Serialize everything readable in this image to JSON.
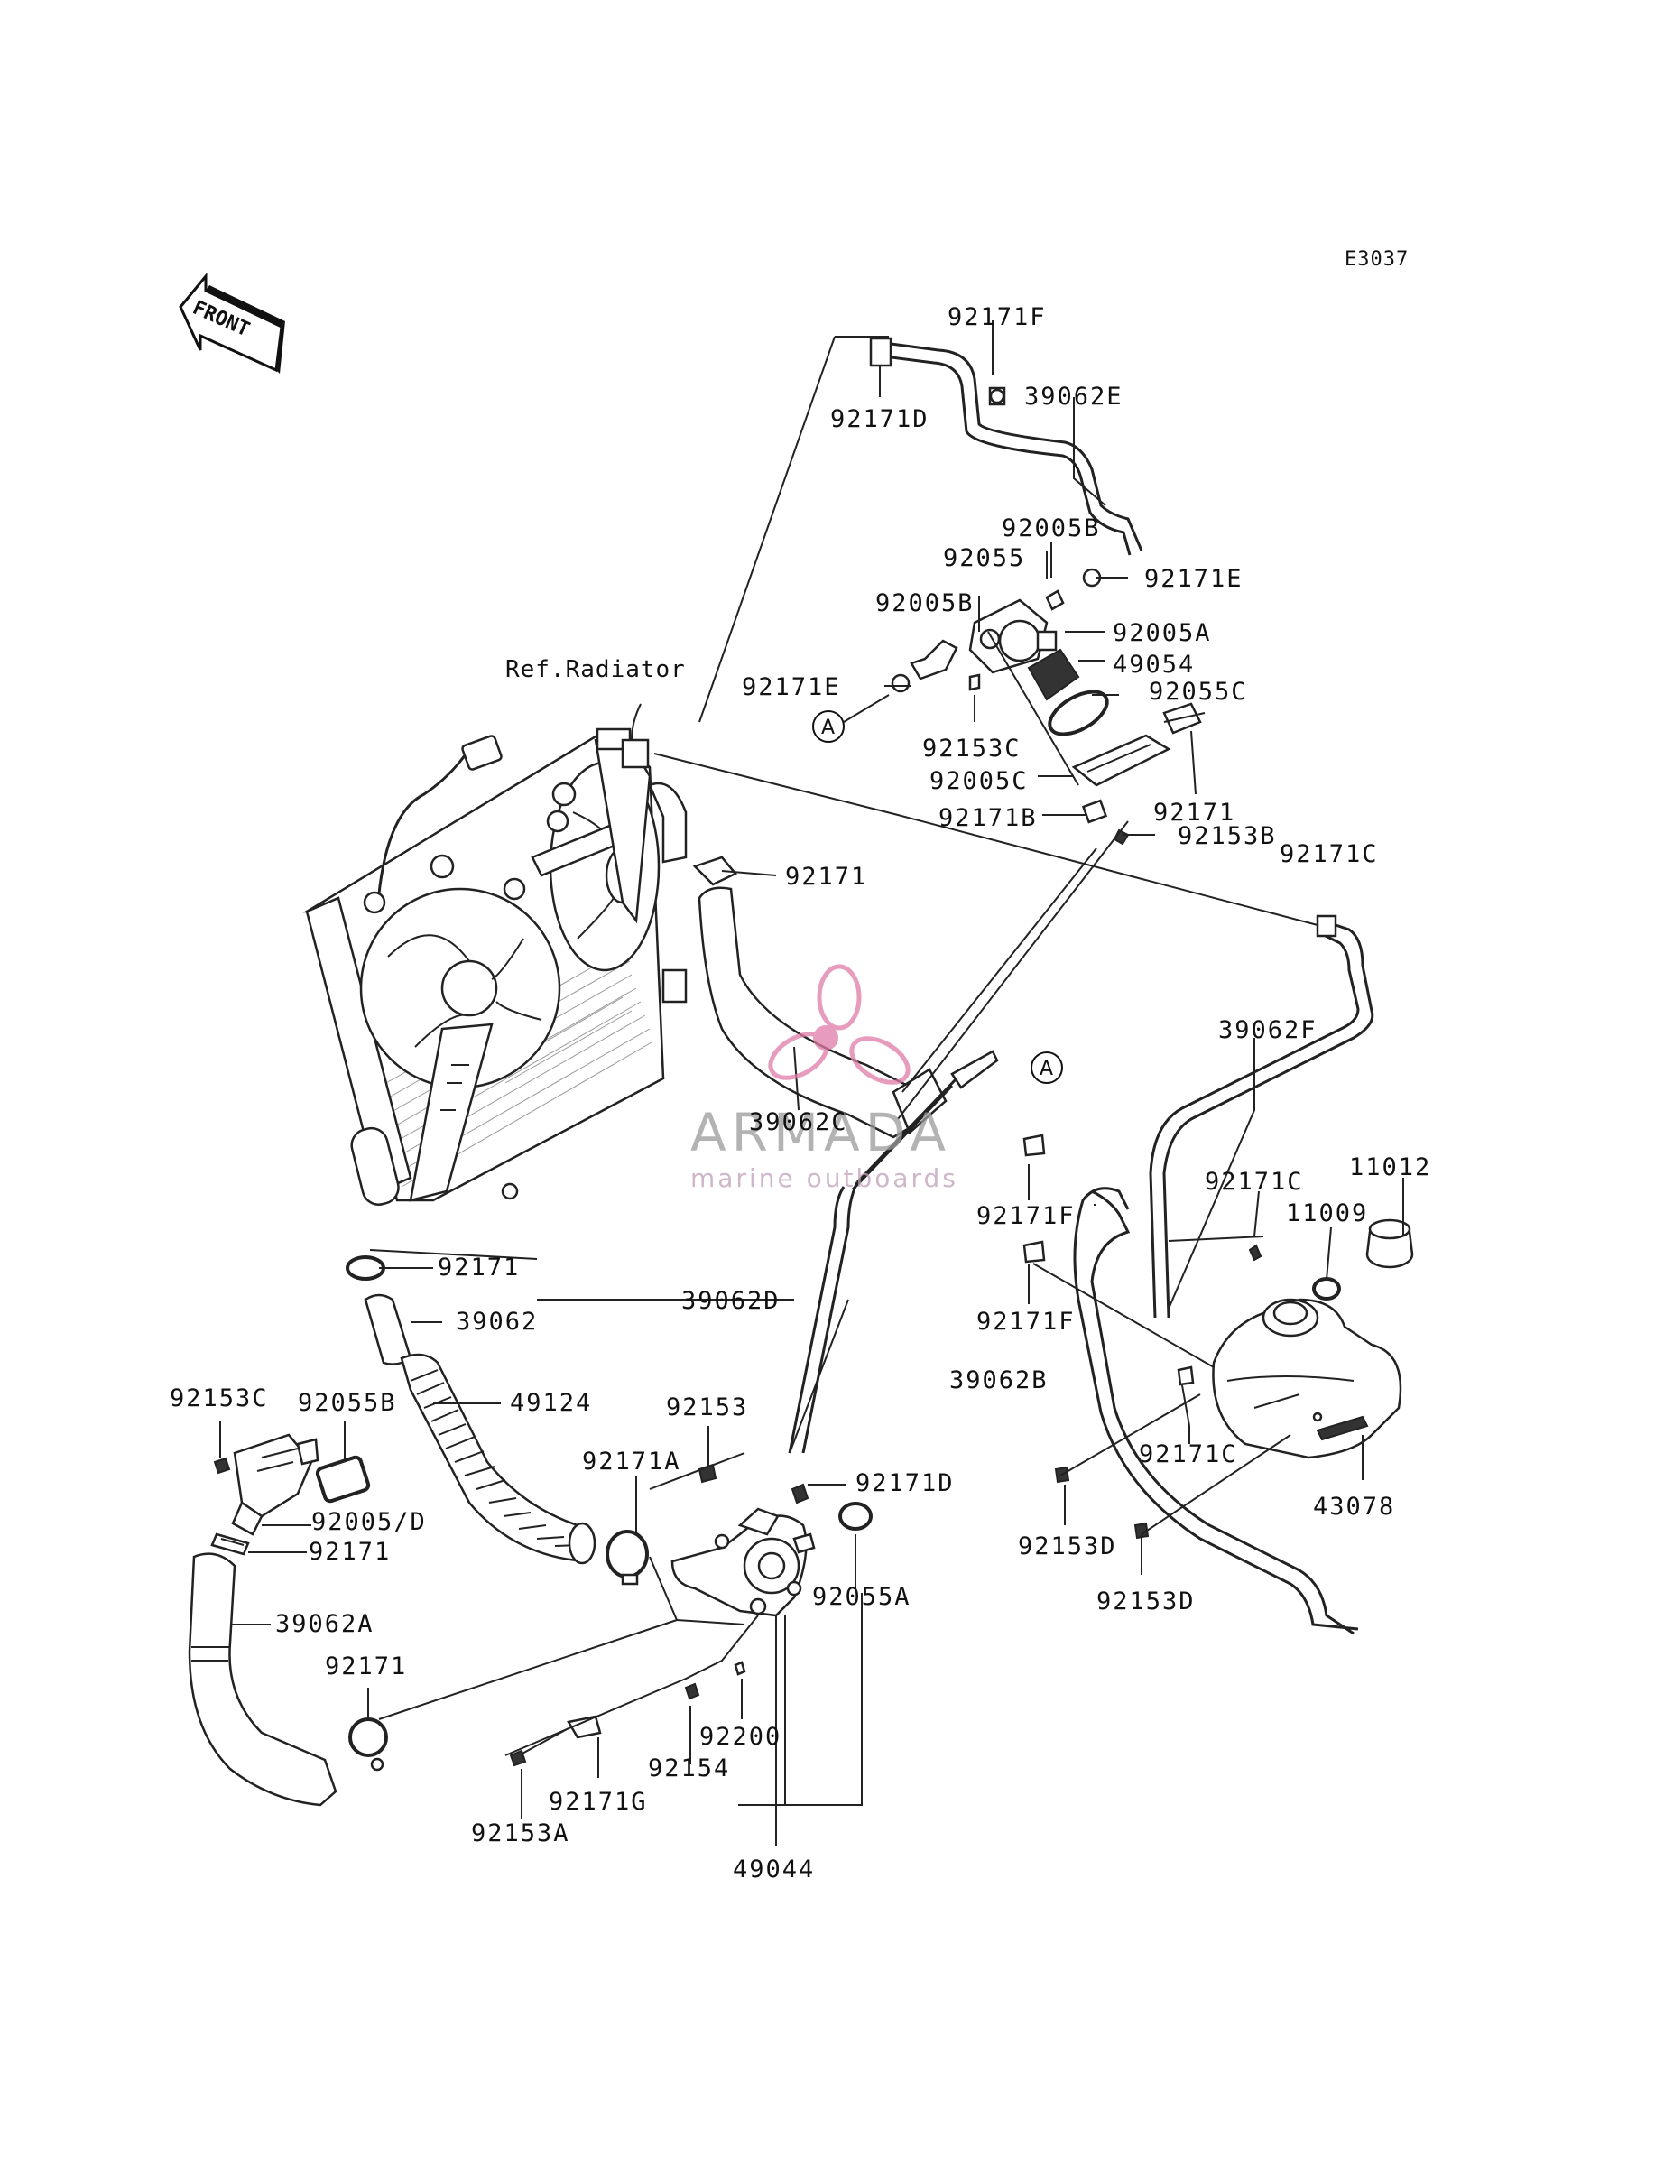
{
  "diagram_code": "E3037",
  "front_label": "FRONT",
  "ref_label": "Ref.Radiator",
  "connector_label": "A",
  "watermark": {
    "brand": "ARMADA",
    "tagline": "marine outboards",
    "logo_color": "#e07aa8"
  },
  "parts": {
    "p92171F_top": "92171F",
    "p39062E": "39062E",
    "p92171D_top": "92171D",
    "p92005B_a": "92005B",
    "p92055": "92055",
    "p92171E_r": "92171E",
    "p92005B_b": "92005B",
    "p92005A": "92005A",
    "p49054": "49054",
    "p92171E_l": "92171E",
    "p92055C": "92055C",
    "p92153C_top": "92153C",
    "p92005C": "92005C",
    "p92171_tr": "92171",
    "p92171B": "92171B",
    "p92153B": "92153B",
    "p92171C_top": "92171C",
    "p92171_mid": "92171",
    "p39062F": "39062F",
    "p39062C": "39062C",
    "p92171F_m1": "92171F",
    "p92171C_m": "92171C",
    "p11012": "11012",
    "p11009": "11009",
    "p92171_l": "92171",
    "p39062": "39062",
    "p39062D": "39062D",
    "p92171F_m2": "92171F",
    "p39062B": "39062B",
    "p92153C_l": "92153C",
    "p92055B": "92055B",
    "p49124": "49124",
    "p92153": "92153",
    "p92171A": "92171A",
    "p92171D_m": "92171D",
    "p92171C_b": "92171C",
    "p43078": "43078",
    "p92005D": "92005/D",
    "p92171_l2": "92171",
    "p92153D_l": "92153D",
    "p92055A": "92055A",
    "p92153D_r": "92153D",
    "p39062A": "39062A",
    "p92171_b": "92171",
    "p92200": "92200",
    "p92154": "92154",
    "p92171G": "92171G",
    "p92153A": "92153A",
    "p49044": "49044"
  }
}
